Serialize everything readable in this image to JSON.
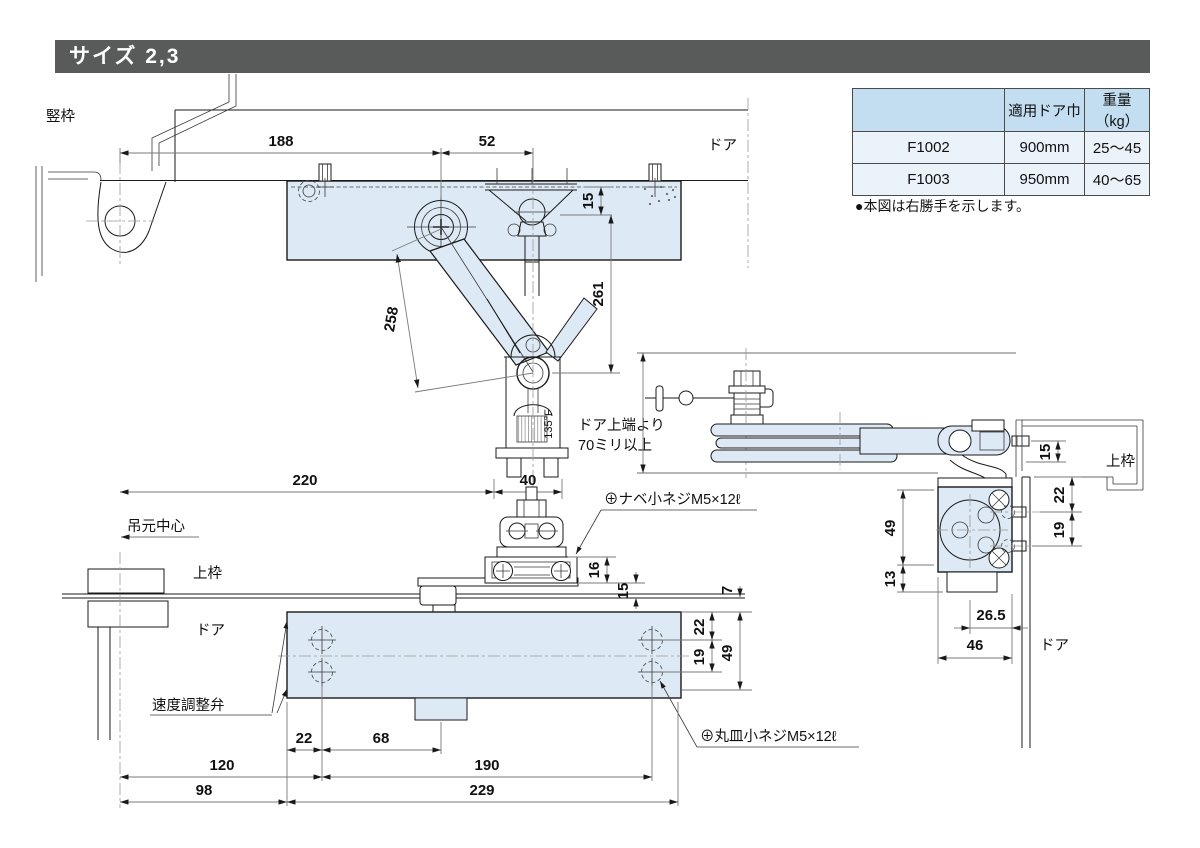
{
  "title": "サイズ 2,3",
  "note": "●本図は右勝手を示します。",
  "colors": {
    "title_bar": "#595a5a",
    "body_fill": "#dde9f4",
    "table_header": "#c3def0",
    "table_row": "#eaf3fa"
  },
  "spec_table": {
    "col_headers": [
      "",
      "適用ドア巾",
      "重量（kg）"
    ],
    "rows": [
      {
        "model": "F1002",
        "door_width": "900mm",
        "weight": "25～45"
      },
      {
        "model": "F1003",
        "door_width": "950mm",
        "weight": "40～65"
      }
    ]
  },
  "plan_view": {
    "jamb": "竪枠",
    "door": "ドア",
    "dim_188": "188",
    "dim_52": "52",
    "dim_15": "15",
    "dim_261": "261",
    "dim_258": "258",
    "arm_mark": "135°F",
    "clearance_line1": "ドア上端より",
    "clearance_line2": "70ミリ以上"
  },
  "front_view": {
    "dim_220": "220",
    "dim_40": "40",
    "hinge_center": "吊元中心",
    "top_frame": "上枠",
    "door": "ドア",
    "pan_screw_label": "⊕ナベ小ネジM5×12ℓ",
    "flat_screw_label": "⊕丸皿小ネジM5×12ℓ",
    "speed_valve_label": "速度調整弁",
    "dim_16": "16",
    "dim_15": "15",
    "dim_7": "7",
    "dim_22_right": "22",
    "dim_19_right": "19",
    "dim_49_right": "49",
    "dim_22": "22",
    "dim_68": "68",
    "dim_120": "120",
    "dim_190": "190",
    "dim_98": "98",
    "dim_229": "229"
  },
  "side_view": {
    "top_frame": "上枠",
    "door": "ドア",
    "dim_15": "15",
    "dim_22": "22",
    "dim_19": "19",
    "dim_49": "49",
    "dim_13": "13",
    "dim_26_5": "26.5",
    "dim_46": "46"
  }
}
